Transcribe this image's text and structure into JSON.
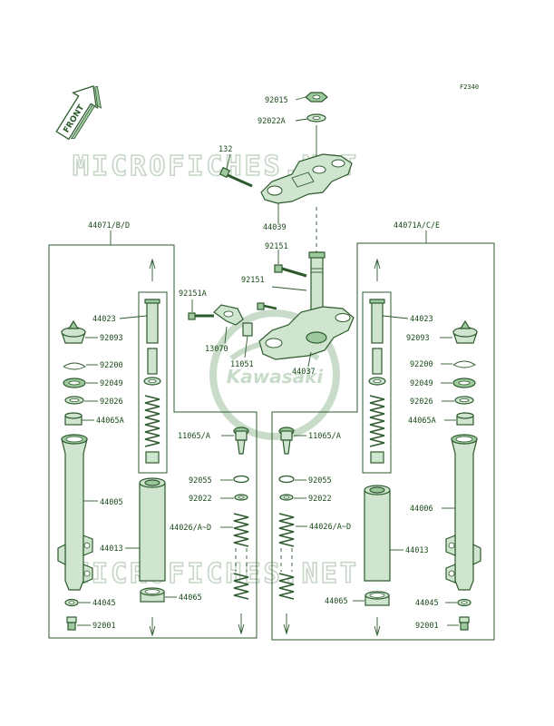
{
  "diagram_code": "F2340",
  "front_label": "FRONT",
  "watermark_text": "MICROFICHES.NET",
  "logo_text": "Kawasaki",
  "colors": {
    "line": "#2d5a2d",
    "fill": "#cfe5cf",
    "watermark": "#c8d6c8"
  },
  "top_labels": {
    "p92015": "92015",
    "p92022a": "92022A",
    "p132": "132",
    "p44039": "44039",
    "p92151_top": "92151",
    "p92151": "92151",
    "p92151a": "92151A",
    "p13070": "13070",
    "p11051": "11051",
    "p44037": "44037"
  },
  "left_group": {
    "title": "44071/B/D",
    "p44023": "44023",
    "p92093": "92093",
    "p92200": "92200",
    "p92049": "92049",
    "p92026": "92026",
    "p44065a": "44065A",
    "p44005": "44005",
    "p44013": "44013",
    "p44045": "44045",
    "p92001": "92001"
  },
  "right_group": {
    "title": "44071A/C/E",
    "p44023": "44023",
    "p92093": "92093",
    "p92200": "92200",
    "p92049": "92049",
    "p92026": "92026",
    "p44065a": "44065A",
    "p44006": "44006",
    "p44013": "44013",
    "p44045": "44045",
    "p92001": "92001"
  },
  "center_left": {
    "p11065a": "11065/A",
    "p92055": "92055",
    "p92022": "92022",
    "p44026": "44026/A~D",
    "p44065": "44065"
  },
  "center_right": {
    "p11065a": "11065/A",
    "p92055": "92055",
    "p92022": "92022",
    "p44026": "44026/A~D",
    "p44065": "44065"
  }
}
